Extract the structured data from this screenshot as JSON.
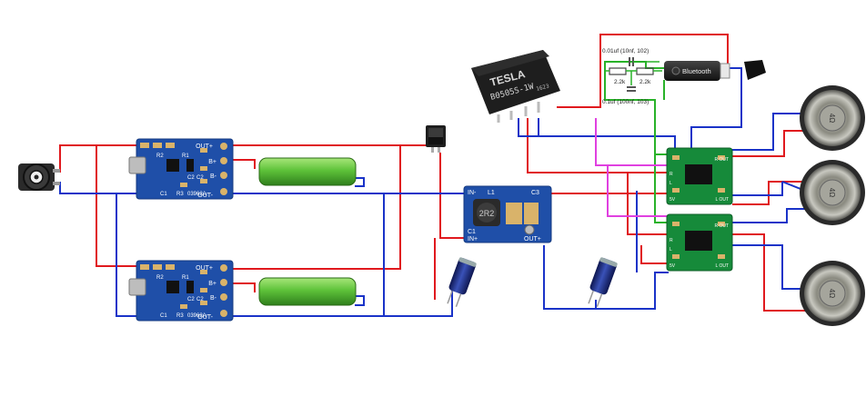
{
  "colors": {
    "wire_red": "#e0191e",
    "wire_blue": "#1a33c8",
    "wire_green": "#29b229",
    "wire_magenta": "#e040e0",
    "pcb_blue": "#1f4fa8",
    "pcb_green": "#168a3a",
    "battery_green": "#5ec23a",
    "cap_blue": "#1c2a7a",
    "module_black": "#1b1b1b"
  },
  "charger_top": {
    "out_plus": "OUT+",
    "out_minus": "OUT-",
    "b_plus": "B+",
    "b_minus": "B-",
    "code": "03962A",
    "r1": "R2",
    "r2": "R1",
    "c1": "C1",
    "c2": "C2",
    "c3": "C2",
    "r3": "R3"
  },
  "charger_bottom": {
    "out_plus": "OUT+",
    "out_minus": "OUT-",
    "b_plus": "B+",
    "b_minus": "B-",
    "code": "03962A",
    "r1": "R2",
    "r2": "R1",
    "c1": "C1",
    "c2": "C2",
    "c3": "C2",
    "r3": "R3"
  },
  "boost": {
    "in_minus": "IN-",
    "in_plus": "IN+",
    "l1": "L1",
    "c3": "C3",
    "c1": "C1",
    "out_plus": "OUT+",
    "inductor": "2R2"
  },
  "dcdc": {
    "brand": "TESLA",
    "part": "B0505S-1W",
    "date": "1623"
  },
  "rc_network": {
    "cap_top": "0.01uf (10nf, 102)",
    "res_left": "2.2k",
    "res_right": "2.2k",
    "cap_bottom": "0.1uf (100nf, 103)"
  },
  "bluetooth": {
    "label": "Bluetooth"
  },
  "amp": {
    "r_out": "R OUT",
    "l_out": "L OUT",
    "r_in": "R",
    "l_in": "L",
    "vcc": "5V"
  },
  "speakers": [
    {
      "label": "4Ω"
    },
    {
      "label": "4Ω"
    },
    {
      "label": "4Ω"
    }
  ]
}
